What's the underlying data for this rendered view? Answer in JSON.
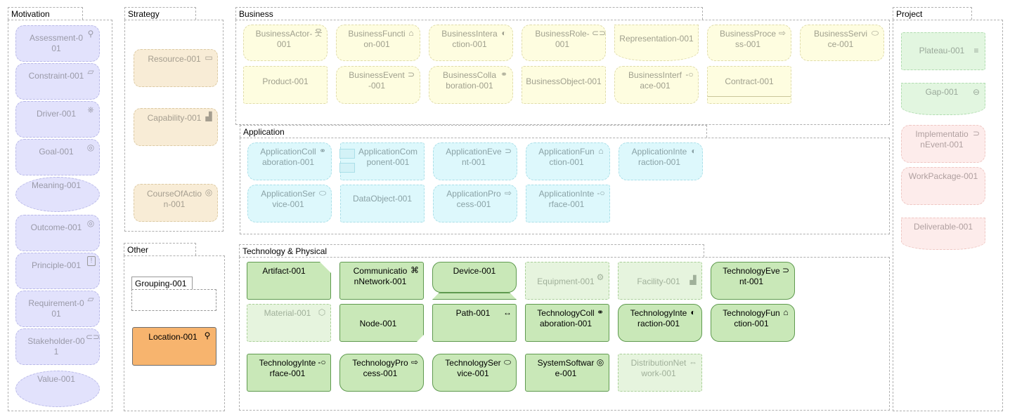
{
  "groups": {
    "motivation": "Motivation",
    "strategy": "Strategy",
    "business": "Business",
    "application": "Application",
    "technology": "Technology & Physical",
    "other": "Other",
    "project": "Project"
  },
  "motivation": {
    "assessment": "Assessment-001",
    "constraint": "Constraint-001",
    "driver": "Driver-001",
    "goal": "Goal-001",
    "meaning": "Meaning-001",
    "outcome": "Outcome-001",
    "principle": "Principle-001",
    "requirement": "Requirement-001",
    "stakeholder": "Stakeholder-001",
    "value": "Value-001"
  },
  "strategy": {
    "resource": "Resource-001",
    "capability": "Capability-001",
    "course_of_action": "CourseOfAction-001"
  },
  "business": {
    "actor": "BusinessActor-001",
    "function": "BusinessFunction-001",
    "interaction": "BusinessInteraction-001",
    "role": "BusinessRole-001",
    "representation": "Representation-001",
    "process": "BusinessProcess-001",
    "service": "BusinessService-001",
    "product": "Product-001",
    "event": "BusinessEvent-001",
    "collaboration": "BusinessCollaboration-001",
    "object": "BusinessObject-001",
    "interface": "BusinessInterface-001",
    "contract": "Contract-001"
  },
  "application": {
    "collaboration": "ApplicationCollaboration-001",
    "component": "ApplicationComponent-001",
    "event": "ApplicationEvent-001",
    "function": "ApplicationFunction-001",
    "interaction": "ApplicationInteraction-001",
    "service": "ApplicationService-001",
    "data_object": "DataObject-001",
    "process": "ApplicationProcess-001",
    "interface": "ApplicationInterface-001"
  },
  "technology": {
    "artifact": "Artifact-001",
    "comm_network": "CommunicationNetwork-001",
    "device": "Device-001",
    "equipment": "Equipment-001",
    "facility": "Facility-001",
    "event": "TechnologyEvent-001",
    "material": "Material-001",
    "node": "Node-001",
    "path": "Path-001",
    "collaboration": "TechnologyCollaboration-001",
    "interaction": "TechnologyInteraction-001",
    "function": "TechnologyFunction-001",
    "interface": "TechnologyInterface-001",
    "process": "TechnologyProcess-001",
    "service": "TechnologyService-001",
    "system_software": "SystemSoftware-001",
    "distribution_network": "DistributionNetwork-001"
  },
  "other": {
    "grouping": "Grouping-001",
    "location": "Location-001"
  },
  "project": {
    "plateau": "Plateau-001",
    "gap": "Gap-001",
    "impl_event": "ImplementationEvent-001",
    "work_package": "WorkPackage-001",
    "deliverable": "Deliverable-001"
  }
}
